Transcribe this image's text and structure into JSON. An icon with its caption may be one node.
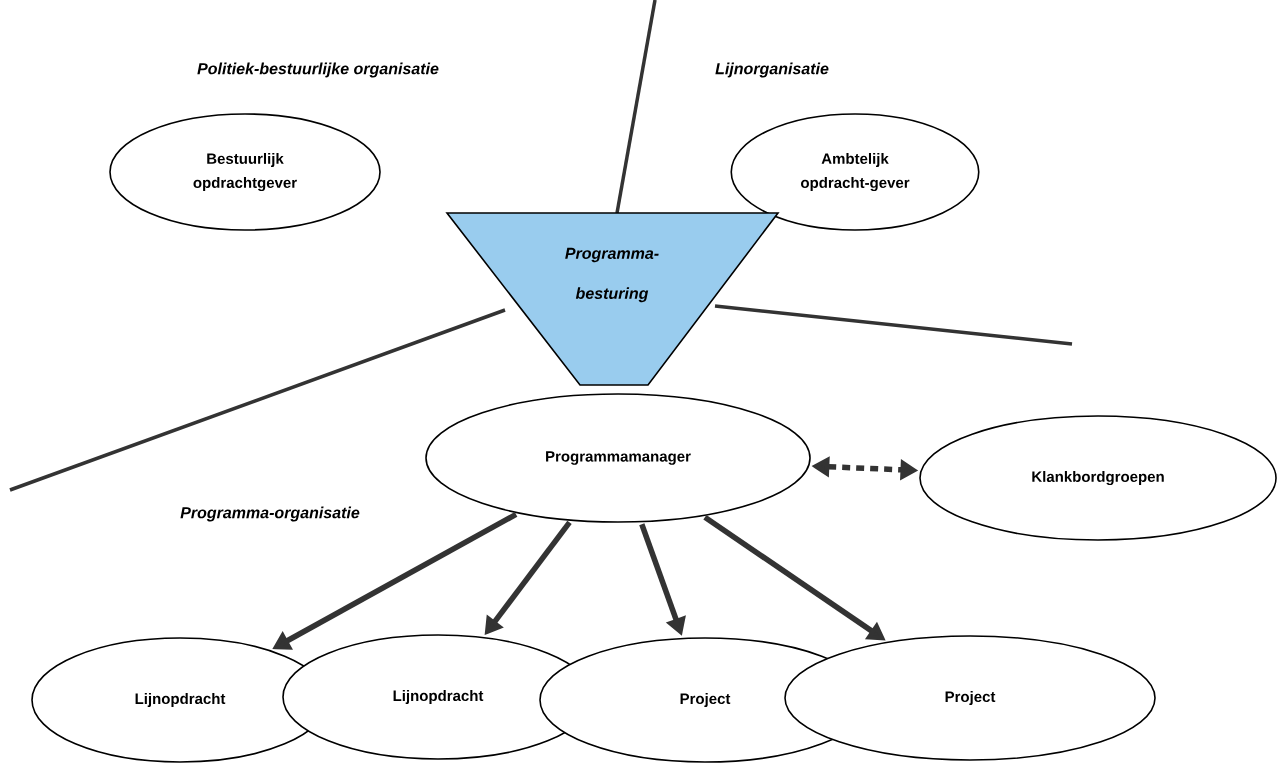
{
  "diagram": {
    "nodes": [
      {
        "text": [
          "Bestuurlijk opdrachtgever"
        ]
      },
      {
        "text": [
          "Ambtelijk opdracht-gever"
        ]
      },
      {
        "text": [
          "Programma-besturing"
        ]
      },
      {
        "text": [
          "Programmamanager"
        ]
      },
      {
        "text": [
          "Klankbordgroepen"
        ]
      },
      {
        "text": [
          "Lijnopdracht"
        ]
      },
      {
        "text": [
          "Lijnopdracht"
        ]
      },
      {
        "text": [
          "Project"
        ]
      },
      {
        "text": [
          "Project"
        ]
      }
    ],
    "edges": [
      {
        "from": 3,
        "to": 4,
        "arrow": "both",
        "style": "dashed"
      },
      {
        "from": 3,
        "to": 5,
        "arrow": "to"
      },
      {
        "from": 3,
        "to": 6,
        "arrow": "to"
      },
      {
        "from": 3,
        "to": 7,
        "arrow": "to"
      },
      {
        "from": 3,
        "to": 8,
        "arrow": "to"
      }
    ],
    "labels": [
      "Politiek-bestuurlijke organisatie",
      "Lijnorganisatie",
      "Programma-organisatie"
    ]
  }
}
